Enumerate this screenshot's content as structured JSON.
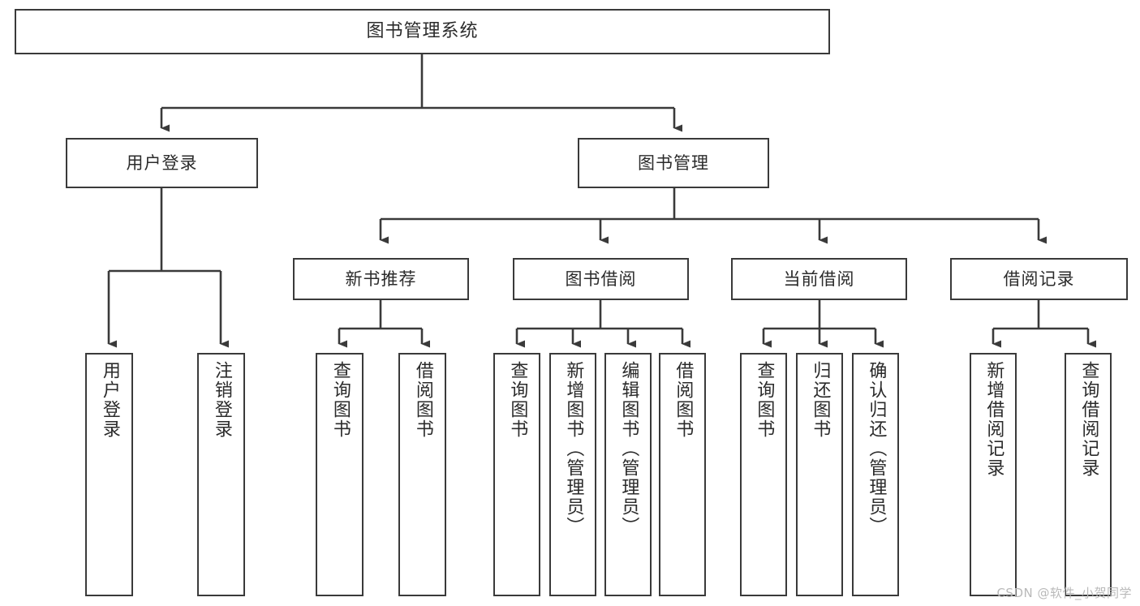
{
  "diagram": {
    "title": "图书管理系统",
    "type": "tree",
    "colors": {
      "stroke": "#3a3a3a",
      "text": "#2b2b2b",
      "background": "#ffffff",
      "watermark": "#b9b9b9"
    },
    "watermark": "CSDN @软件_小贺同学",
    "nodes": {
      "root": {
        "label": "图书管理系统"
      },
      "level1": [
        {
          "label": "用户登录"
        },
        {
          "label": "图书管理"
        }
      ],
      "level2": [
        {
          "label": "新书推荐"
        },
        {
          "label": "图书借阅"
        },
        {
          "label": "当前借阅"
        },
        {
          "label": "借阅记录"
        }
      ],
      "leaves_user_login": [
        {
          "label": "用户登录"
        },
        {
          "label": "注销登录"
        }
      ],
      "leaves_new_book": [
        {
          "label": "查询图书"
        },
        {
          "label": "借阅图书"
        }
      ],
      "leaves_borrow": [
        {
          "label": "查询图书"
        },
        {
          "label": "新增图书（管理员）"
        },
        {
          "label": "编辑图书（管理员）"
        },
        {
          "label": "借阅图书"
        }
      ],
      "leaves_current": [
        {
          "label": "查询图书"
        },
        {
          "label": "归还图书"
        },
        {
          "label": "确认归还（管理员）"
        }
      ],
      "leaves_records": [
        {
          "label": "新增借阅记录"
        },
        {
          "label": "查询借阅记录"
        }
      ]
    }
  }
}
